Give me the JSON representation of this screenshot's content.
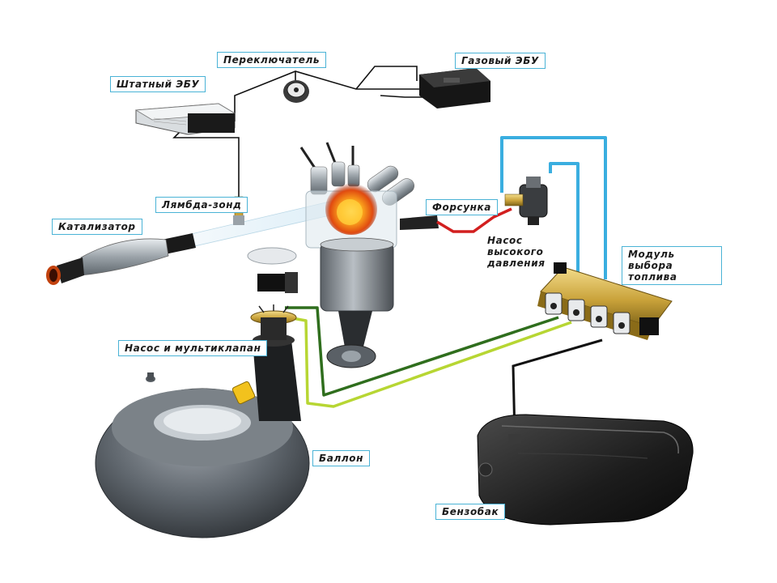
{
  "labels": {
    "switch": "Переключатель",
    "gas_ecu": "Газовый ЭБУ",
    "stock_ecu": "Штатный ЭБУ",
    "lambda": "Лямбда-зонд",
    "catalyst": "Катализатор",
    "injector": "Форсунка",
    "hp_pump": [
      "Насос",
      "высокого",
      "давления"
    ],
    "fuel_module": [
      "Модуль выбора",
      "топлива"
    ],
    "pump_multivalve": "Насос и мультиклапан",
    "cylinder": "Баллон",
    "gas_tank": "Бензобак"
  },
  "colors": {
    "label_border": "#4ab3d6",
    "wire_black": "#111111",
    "line_blue": "#3aaee0",
    "line_red": "#d21f1f",
    "line_green_dark": "#2f6e1d",
    "line_green_light": "#b7d633",
    "metal_dark": "#2b2b2b",
    "metal_grey": "#8a8e93",
    "brass": "#c9a23a"
  }
}
